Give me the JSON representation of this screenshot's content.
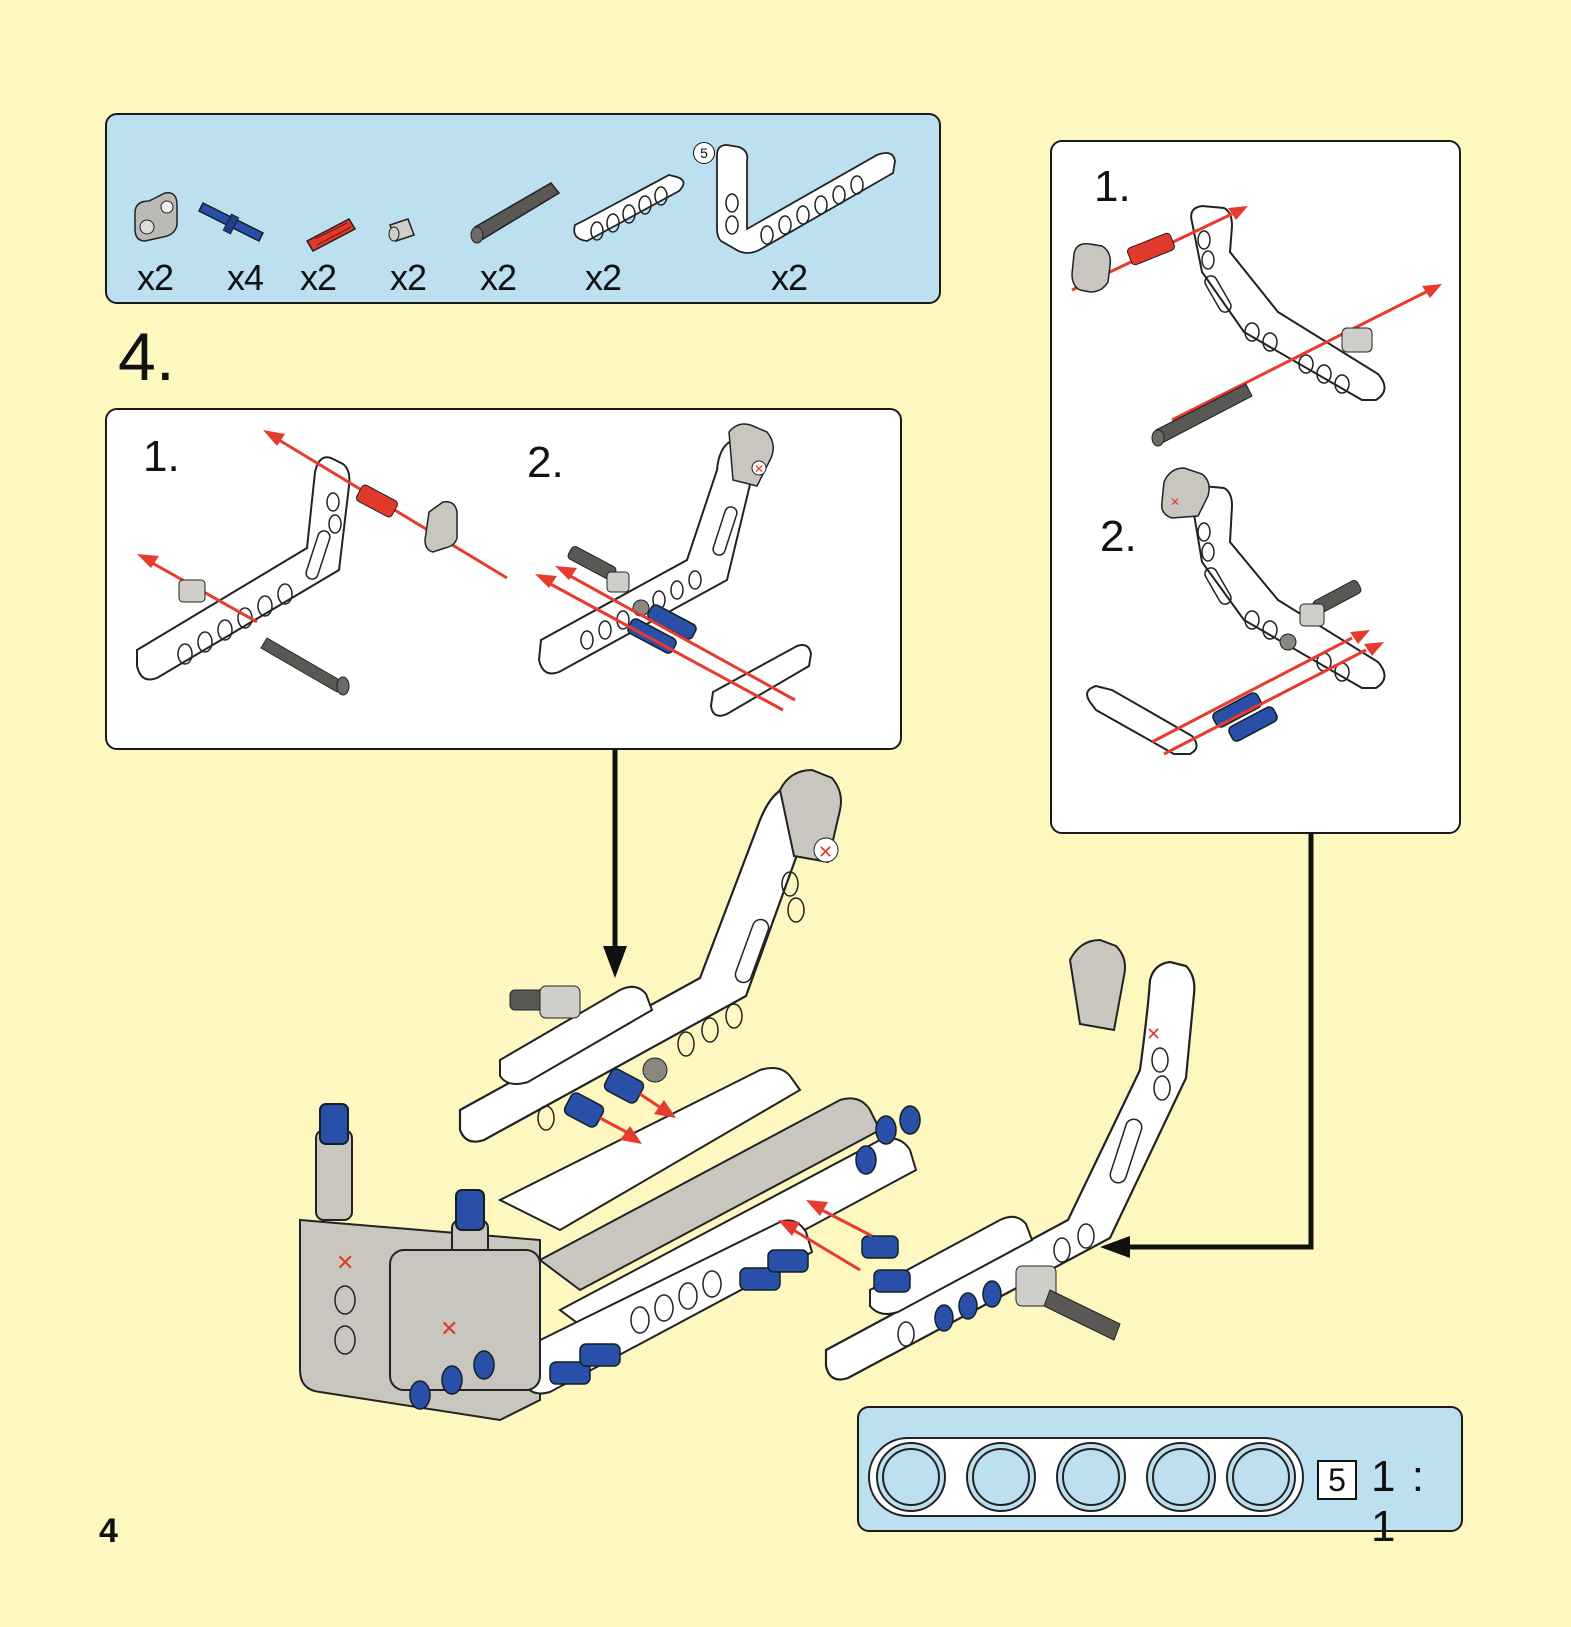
{
  "page": {
    "number": "4",
    "step_number": "4.",
    "background_color": "#fff7c0",
    "panel_color": "#bde0f1"
  },
  "parts_list": {
    "items": [
      {
        "name": "axle-pin-connector-light-gray",
        "quantity": "x2",
        "color": "#bcbab4"
      },
      {
        "name": "pin-with-friction-blue",
        "quantity": "x4",
        "color": "#2a4fa8"
      },
      {
        "name": "axle-2-red",
        "quantity": "x2",
        "color": "#e03a2a"
      },
      {
        "name": "bush-light-gray",
        "quantity": "x2",
        "color": "#d0cec8"
      },
      {
        "name": "axle-dark-gray",
        "quantity": "x2",
        "color": "#5a5855"
      },
      {
        "name": "beam-5-white",
        "quantity": "x2",
        "color": "#ffffff",
        "size_label": "5"
      },
      {
        "name": "bent-beam-white",
        "quantity": "x2",
        "color": "#ffffff"
      }
    ]
  },
  "step_panel": {
    "substeps": [
      {
        "label": "1."
      },
      {
        "label": "2."
      }
    ]
  },
  "side_panel": {
    "substeps": [
      {
        "label": "1."
      },
      {
        "label": "2."
      }
    ]
  },
  "scale_reference": {
    "part_length": "5",
    "ratio": "1 : 1"
  },
  "colors": {
    "arrow_red": "#e63b2e",
    "pin_blue": "#2a4fa8",
    "gray_part": "#c9c6bf",
    "outline": "#1a1a1a"
  }
}
